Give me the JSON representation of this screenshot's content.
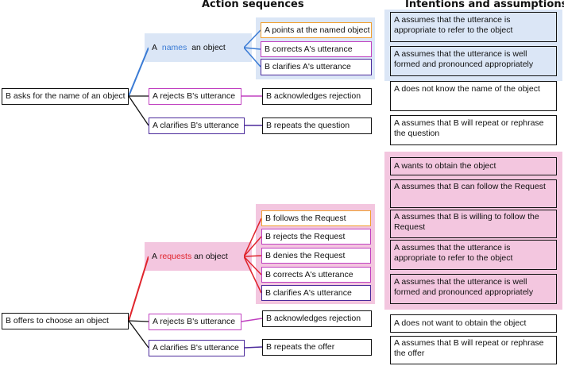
{
  "headers": {
    "action_sequences": "Action sequences",
    "intentions_assumptions": "Intentions and assumptions"
  },
  "colors": {
    "blue_accent": "#3a7bd5",
    "red_accent": "#e0242c",
    "blue_panel": "#dbe6f6",
    "pink_panel": "#f3c6df",
    "orange_border": "#f0a030",
    "magenta_border": "#c040c0",
    "purple_border": "#4b2a9b"
  },
  "names_scenario": {
    "root": "B asks for the name of an object",
    "a_names_prefix": "A",
    "a_names_keyword": "names",
    "a_names_suffix": "an object",
    "a_names_children": [
      "A points at the named object",
      "B corrects A's utterance",
      "B clarifies A's utterance"
    ],
    "a_rejects": "A rejects B's utterance",
    "a_rejects_child": "B acknowledges rejection",
    "a_clarifies": "A clarifies B's utterance",
    "a_clarifies_child": "B repeats the question",
    "assumptions": [
      "A assumes that the utterance is appropriate to refer to the object",
      "A assumes that the utterance is well formed and pronounced appropriately",
      "A does not know  the name of the object",
      "A assumes that B will repeat or rephrase the question"
    ]
  },
  "requests_scenario": {
    "root": "B offers to choose an object",
    "a_requests_prefix": "A",
    "a_requests_keyword": "requests",
    "a_requests_suffix": "an object",
    "a_requests_children": [
      "B follows the Request",
      "B rejects the Request",
      "B denies the Request",
      "B corrects A's utterance",
      "B clarifies A's utterance"
    ],
    "a_rejects": "A rejects B's utterance",
    "a_rejects_child": "B acknowledges rejection",
    "a_clarifies": "A clarifies B's utterance",
    "a_clarifies_child": "B repeats the offer",
    "assumptions": [
      "A wants to obtain the object",
      "A assumes that B can follow the Request",
      "A assumes that B is willing to follow the Request",
      "A assumes that the utterance is appropriate to refer to the object",
      "A assumes that the utterance is well formed and pronounced appropriately",
      "A does not want to obtain the object",
      "A assumes that B will repeat or rephrase the offer"
    ]
  }
}
